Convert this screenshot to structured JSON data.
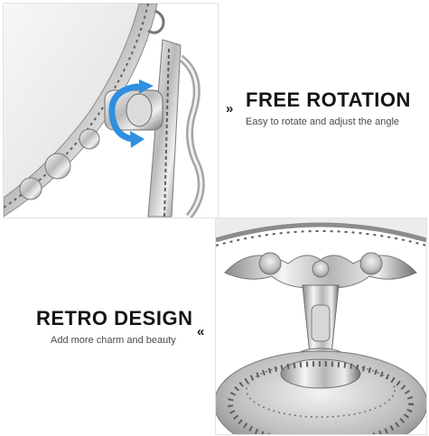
{
  "features": {
    "rotation": {
      "title": "FREE ROTATION",
      "subtitle": "Easy to rotate and adjust the angle",
      "arrow_glyph": "»"
    },
    "retro": {
      "title": "RETRO DESIGN",
      "subtitle": "Add more charm and beauty",
      "arrow_glyph": "«"
    }
  },
  "colors": {
    "rotation_arrow": "#2f8fe0",
    "silver_light": "#f4f4f4",
    "silver_dark": "#6c6c6c"
  },
  "icons": {
    "rotation": "rotate-arrow-icon",
    "feature_pointer": "double-chevron-icon"
  }
}
